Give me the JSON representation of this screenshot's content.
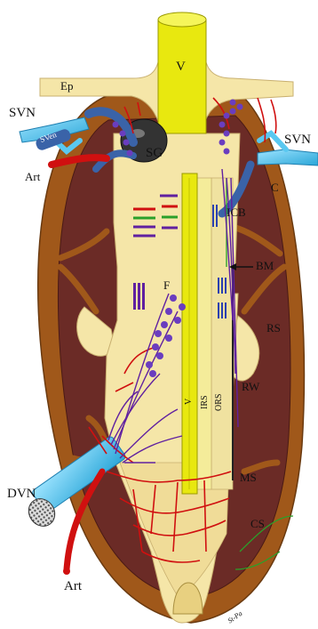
{
  "labels": {
    "v_top": "V",
    "ep": "Ep",
    "svn_left": "SVN",
    "svn_right": "SVN",
    "vein_tag": "SVen",
    "sg": "SG",
    "art_top": "Art",
    "c": "C",
    "icb": "ICB",
    "bm": "BM",
    "f": "F",
    "rs": "RS",
    "rw": "RW",
    "v_inner": "V",
    "irs": "IRS",
    "ors": "ORS",
    "ms": "MS",
    "dvn": "DVN",
    "cs": "CS",
    "art_bottom": "Art",
    "signature": "St-Pa"
  },
  "colors": {
    "capsule": "#a0581a",
    "sinus": "#6b2b26",
    "follicle": "#f5e6a8",
    "vibrissa": "#e8e80f",
    "nerve_blue": "#5ac8f0",
    "vein": "#3a63a8",
    "artery": "#d01010",
    "fiber": "#6020a0"
  }
}
